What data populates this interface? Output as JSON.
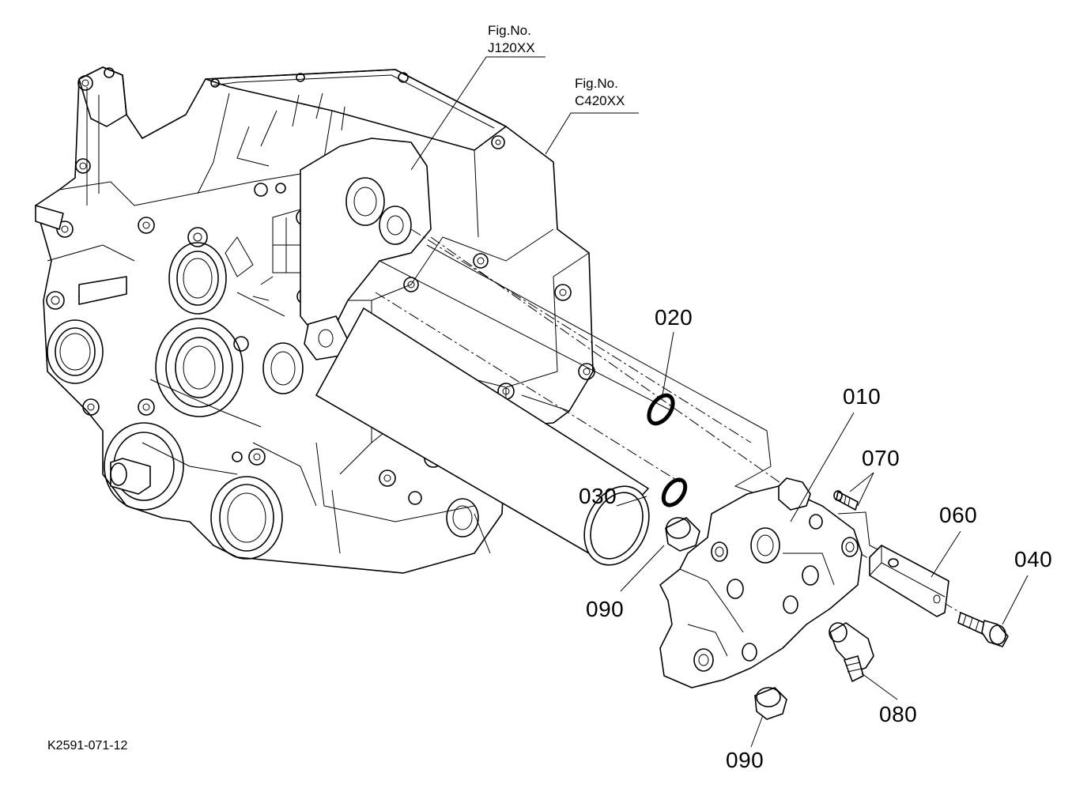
{
  "diagram_code": "K2591-071-12",
  "references": [
    {
      "line1": "Fig.No.",
      "line2": "J120XX"
    },
    {
      "line1": "Fig.No.",
      "line2": "C420XX"
    }
  ],
  "parts": [
    {
      "no": "010"
    },
    {
      "no": "020"
    },
    {
      "no": "030"
    },
    {
      "no": "040"
    },
    {
      "no": "060"
    },
    {
      "no": "070"
    },
    {
      "no": "080"
    },
    {
      "no": "090"
    },
    {
      "no": "090"
    }
  ]
}
